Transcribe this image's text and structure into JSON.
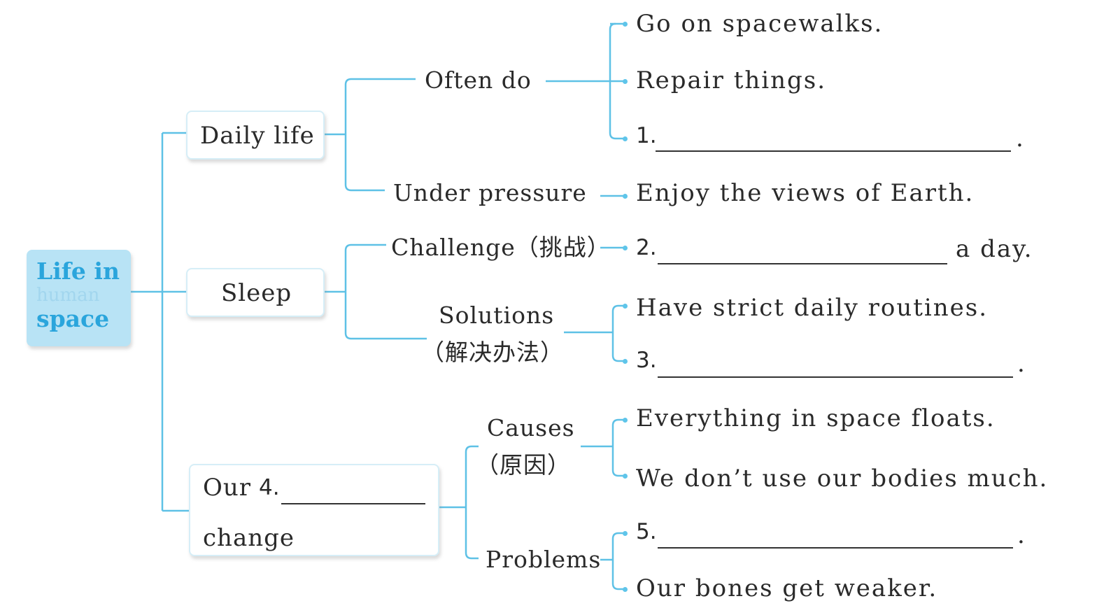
{
  "root": {
    "title_line1": "Life in",
    "title_line2": "space",
    "ghost_text": "human"
  },
  "branches": {
    "daily_life": {
      "label": "Daily life",
      "often_do": {
        "label": "Often do",
        "items": [
          "Go on spacewalks.",
          "Repair things.",
          "1."
        ],
        "end_punct": "."
      },
      "under_pressure": {
        "label": "Under pressure",
        "item": "Enjoy the views of Earth."
      }
    },
    "sleep": {
      "label": "Sleep",
      "challenge": {
        "label": "Challenge（挑战）",
        "item_num": "2.",
        "item_suffix": "a day."
      },
      "solutions": {
        "label": "Solutions",
        "label_cn": "（解决办法）",
        "items": [
          "Have strict daily routines.",
          "3."
        ],
        "end_punct": "."
      }
    },
    "body_change": {
      "label_prefix": "Our",
      "label_num": "4.",
      "label_suffix": "change",
      "causes": {
        "label": "Causes",
        "label_cn": "（原因）",
        "items": [
          "Everything in space floats.",
          "We don’t use our bodies much."
        ]
      },
      "problems": {
        "label": "Problems",
        "items": [
          "5.",
          "Our bones get weaker."
        ],
        "end_punct": "."
      }
    }
  },
  "colors": {
    "line": "#5ec1e6",
    "dot": "#5fc5ea",
    "root_bg": "#b8e3f5",
    "root_text": "#2aa5dc",
    "box_border": "#d6eef7"
  }
}
